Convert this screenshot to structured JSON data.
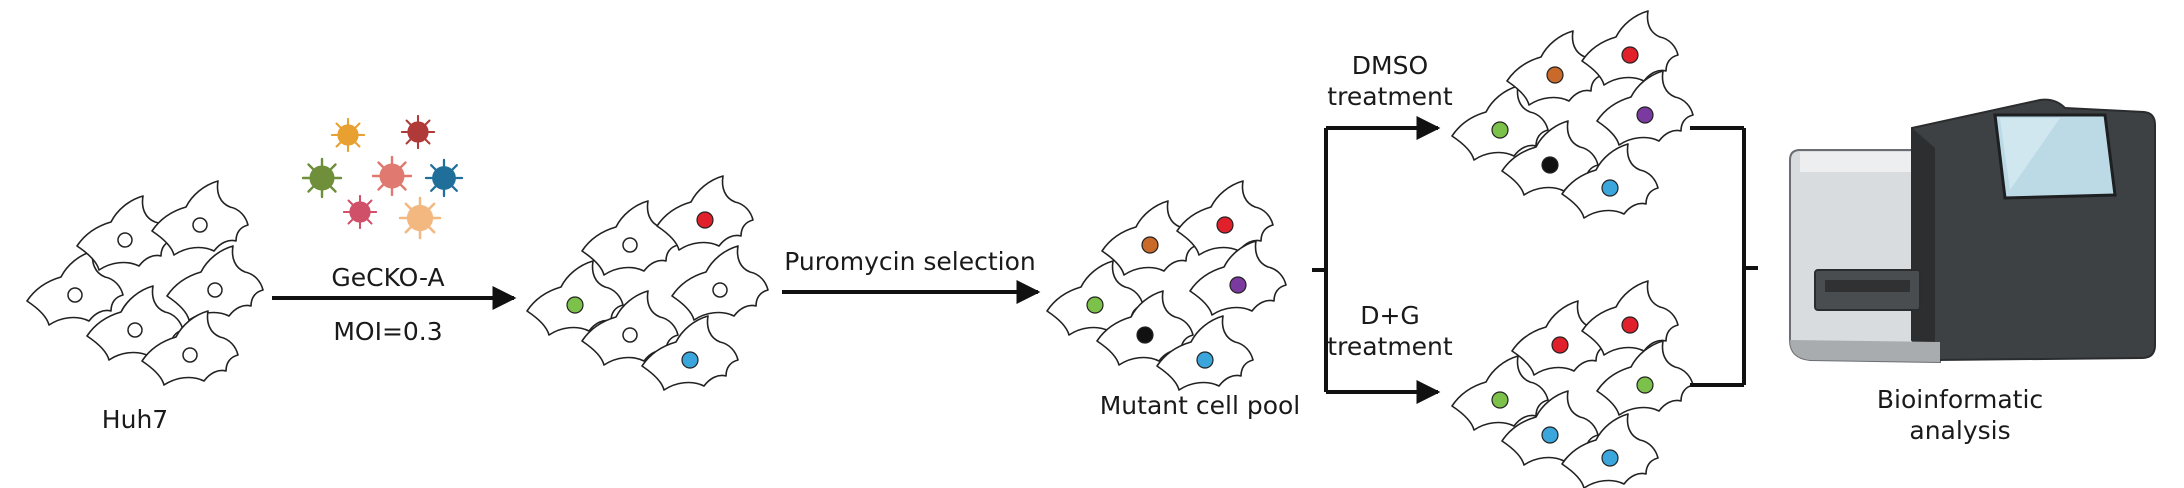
{
  "labels": {
    "huh7": "Huh7",
    "gecko": "GeCKO-A",
    "moi": "MOI=0.3",
    "puromycin": "Puromycin selection",
    "mutant_pool": "Mutant cell pool",
    "dmso_line1": "DMSO",
    "dmso_line2": "treatment",
    "dg_line1": "D+G",
    "dg_line2": "treatment",
    "bio_line1": "Bioinformatic",
    "bio_line2": "analysis"
  },
  "colors": {
    "red": "#e0202a",
    "orange": "#c96a2a",
    "green": "#7cc24a",
    "purple": "#7a3aa0",
    "black": "#111111",
    "blue": "#3aa6dc",
    "virus_orange": "#e8a030",
    "virus_darkred": "#b03a3a",
    "virus_olive": "#6f8f3a",
    "virus_salmon": "#e07a70",
    "virus_teal": "#1f6f9a",
    "virus_pink": "#d0506a",
    "virus_peach": "#f2b880"
  },
  "icons": [
    "cell-icon",
    "virus-icon",
    "sequencer-icon",
    "arrow-icon"
  ]
}
